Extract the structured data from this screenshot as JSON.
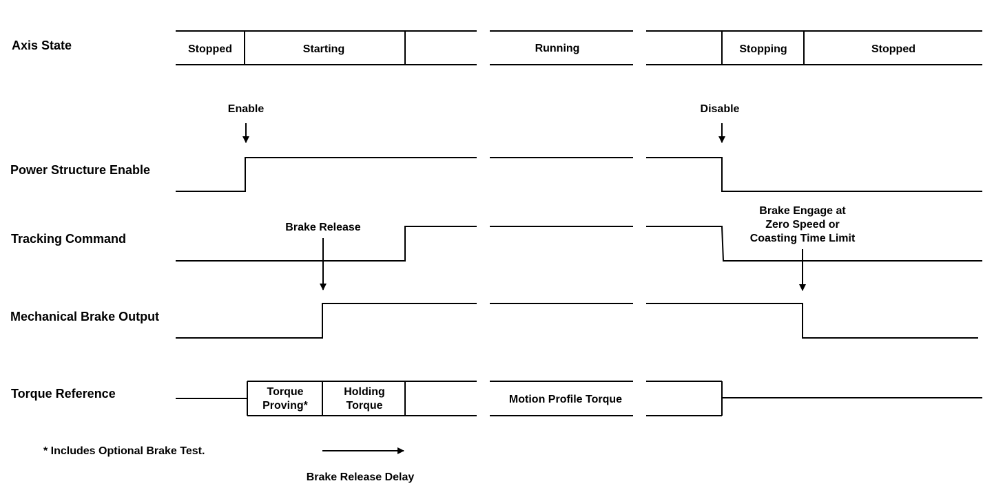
{
  "signals": {
    "axis_state": "Axis State",
    "power_structure_enable": "Power Structure Enable",
    "tracking_command": "Tracking Command",
    "mechanical_brake_output": "Mechanical Brake Output",
    "torque_reference": "Torque Reference"
  },
  "axis_states": {
    "stopped_1": "Stopped",
    "starting": "Starting",
    "running": "Running",
    "stopping": "Stopping",
    "stopped_2": "Stopped"
  },
  "torque_states": {
    "torque_proving_1": "Torque",
    "torque_proving_2": "Proving*",
    "holding_torque_1": "Holding",
    "holding_torque_2": "Torque",
    "motion_profile_torque": "Motion Profile Torque"
  },
  "events": {
    "enable": "Enable",
    "disable": "Disable",
    "brake_release": "Brake Release",
    "brake_engage_1": "Brake Engage at",
    "brake_engage_2": "Zero Speed or",
    "brake_engage_3": "Coasting Time Limit",
    "brake_release_delay": "Brake Release Delay"
  },
  "footnote": "* Includes Optional Brake Test."
}
